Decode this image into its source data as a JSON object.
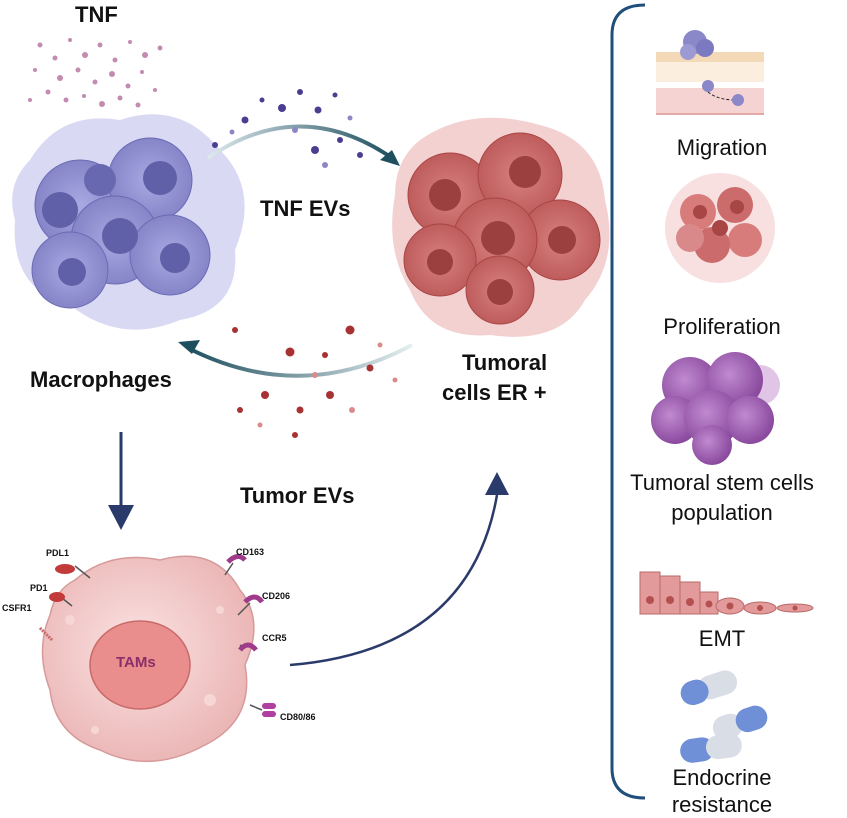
{
  "labels": {
    "tnf": "TNF",
    "tnf_evs": "TNF EVs",
    "tumor_evs": "Tumor EVs",
    "macrophages": "Macrophages",
    "tumoral_line1": "Tumoral",
    "tumoral_line2": "cells ER +",
    "tams": "TAMs"
  },
  "markers": {
    "pdl1": "PDL1",
    "pd1": "PD1",
    "csfr1": "CSFR1",
    "cd163": "CD163",
    "cd206": "CD206",
    "ccr5": "CCR5",
    "cd8086": "CD80/86"
  },
  "effects": {
    "migration": "Migration",
    "proliferation": "Proliferation",
    "stem_line1": "Tumoral stem cells",
    "stem_line2": "population",
    "emt": "EMT",
    "endocrine_line1": "Endocrine",
    "endocrine_line2": "resistance"
  },
  "colors": {
    "macrophage": "#8f8fcf",
    "tumor": "#c95f5f",
    "tam": "#f2c6c6",
    "arrow_dark": "#1f3a5a",
    "bracket": "#1f4f7a",
    "stem": "#9b5fb0",
    "capsule_blue": "#6f8fd6"
  }
}
